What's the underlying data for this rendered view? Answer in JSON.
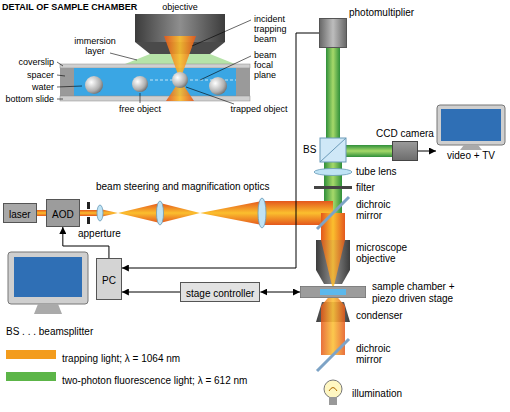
{
  "diagram": {
    "title": "DETAIL OF SAMPLE CHAMBER",
    "nodes": [
      {
        "text": [
          "photomultiplier"
        ]
      },
      {
        "text": [
          "CCD camera"
        ]
      },
      {
        "text": [
          "video + TV"
        ]
      },
      {
        "text": [
          "laser"
        ]
      },
      {
        "text": [
          "AOD"
        ]
      },
      {
        "text": [
          "PC"
        ]
      },
      {
        "text": [
          "stage controller"
        ]
      },
      {
        "text": [
          "sample chamber + piezo driven stage"
        ]
      }
    ],
    "edges": [
      {
        "from": 5,
        "to": 4,
        "arrow": "to"
      },
      {
        "from": 0,
        "to": 5,
        "arrow": "to"
      },
      {
        "from": 6,
        "to": 5,
        "arrow": "to"
      },
      {
        "from": 6,
        "to": 7,
        "arrow": "both"
      },
      {
        "from": 1,
        "to": 2,
        "arrow": "to"
      }
    ],
    "labels": [
      "objective",
      "immersion layer",
      "coverslip",
      "spacer",
      "water",
      "bottom slide",
      "incident trapping beam",
      "beam focal plane",
      "free object",
      "trapped object",
      "BS",
      "tube lens",
      "filter",
      "dichroic mirror",
      "apperture",
      "beam steering and magnification optics",
      "microscope objective",
      "condenser",
      "dichroic mirror",
      "illumination",
      "BS . . . beamsplitter"
    ],
    "legend": [
      {
        "text": "trapping light; λ = 1064 nm",
        "color": "#f39c1d"
      },
      {
        "text": "two-photon fluorescence light; λ = 612 nm",
        "color": "#5cb548"
      }
    ]
  }
}
